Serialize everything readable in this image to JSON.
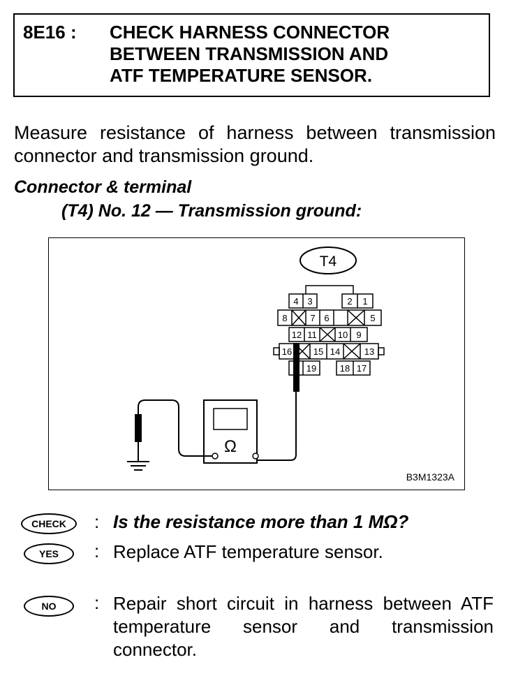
{
  "header": {
    "code": "8E16 :",
    "title_lines": [
      "CHECK HARNESS CONNECTOR",
      "BETWEEN TRANSMISSION AND",
      "ATF TEMPERATURE SENSOR."
    ]
  },
  "instruction": "Measure resistance of harness between transmission connector and transmission ground.",
  "connector_label": {
    "line1": "Connector & terminal",
    "line2": "(T4) No. 12 — Transmission ground:"
  },
  "figure": {
    "connector_tag": "T4",
    "terminals": [
      "4",
      "3",
      "2",
      "1",
      "8",
      "7",
      "6",
      "5",
      "12",
      "11",
      "10",
      "9",
      "16",
      "15",
      "14",
      "13",
      "19",
      "18",
      "17"
    ],
    "meter_symbol": "Ω",
    "figure_code": "B3M1323A"
  },
  "check": {
    "tag": "CHECK",
    "question": "Is the resistance more than 1 MΩ?"
  },
  "yes": {
    "tag": "YES",
    "text": "Replace ATF temperature sensor."
  },
  "no": {
    "tag": "NO",
    "text": "Repair short circuit in harness between ATF temperature sensor and transmission connector."
  },
  "colon": ":"
}
